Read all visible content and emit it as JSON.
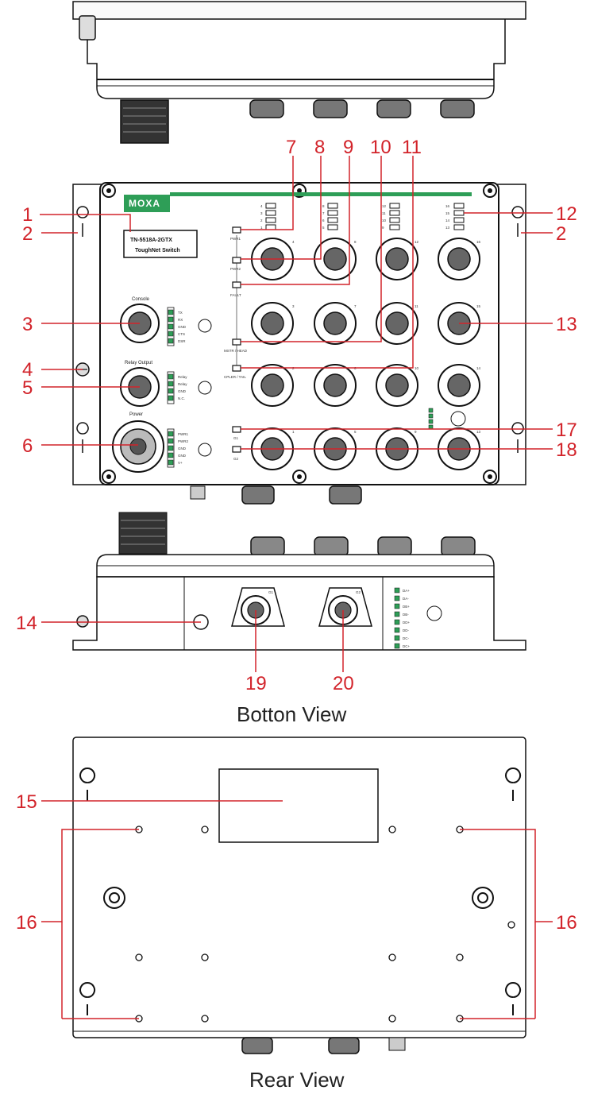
{
  "brand": "MOXA",
  "model_label": {
    "line1": "TN-5518A-2GTX",
    "line2": "ToughNet Switch"
  },
  "callouts": [
    "1",
    "2",
    "2",
    "3",
    "4",
    "5",
    "6",
    "7",
    "8",
    "9",
    "10",
    "11",
    "12",
    "13",
    "14",
    "15",
    "16",
    "16",
    "17",
    "18",
    "19",
    "20"
  ],
  "captions": {
    "bottom": "Botton View",
    "rear": "Rear View"
  },
  "panel_labels": {
    "console": "Console",
    "relay": "Relay Output",
    "power": "Power",
    "pwr1": "PWR1",
    "pwr2": "PWR2",
    "fault": "FAULT",
    "mstr": "MSTR / HEAD",
    "cpler": "CPLER / TAIL",
    "g1_led": "G1",
    "g2_led": "G2",
    "g1_port": "G1",
    "g2_port": "G2"
  },
  "led_numbers": {
    "col1": [
      "4",
      "3",
      "2",
      "1"
    ],
    "col2": [
      "8",
      "7",
      "6",
      "5"
    ],
    "col3": [
      "12",
      "11",
      "10",
      "9"
    ],
    "col4": [
      "16",
      "15",
      "14",
      "13"
    ]
  },
  "port_numbers": {
    "row1": [
      "4",
      "8",
      "12",
      "16"
    ],
    "row2": [
      "3",
      "7",
      "11",
      "15"
    ],
    "row3": [
      "2",
      "6",
      "10",
      "14"
    ],
    "row4": [
      "1",
      "5",
      "9",
      "13"
    ]
  },
  "console_pins": [
    "TX",
    "RX",
    "GND",
    "CTS",
    "DSR"
  ],
  "relay_pins": [
    "Relay",
    "Relay",
    "GND",
    "N.C."
  ],
  "power_pins": [
    "PWR1",
    "PWR2",
    "GND",
    "GND",
    "V+"
  ],
  "gig_pins": [
    "DA+",
    "DA-",
    "DB+",
    "DB-",
    "DD+",
    "DD-",
    "DC-",
    "DC+"
  ],
  "colors": {
    "callout": "#d2232a",
    "brand_green": "#2e9e57",
    "outline": "#111111"
  }
}
